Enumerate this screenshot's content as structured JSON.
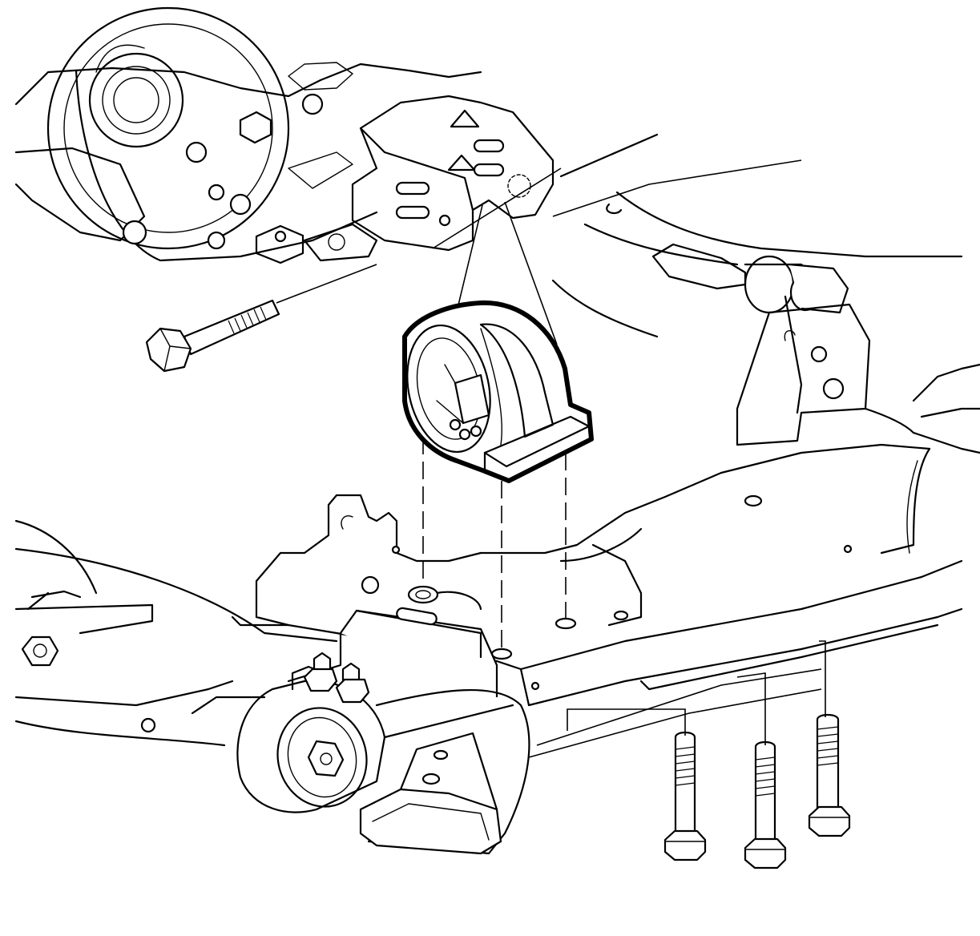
{
  "figure": {
    "subject": "",
    "parts": [
      {
        "id": "transaxle-housing",
        "icon": "transaxle-housing-icon"
      },
      {
        "id": "transaxle-bracket",
        "icon": "mount-bracket-icon"
      },
      {
        "id": "through-bolt",
        "icon": "hex-bolt-icon"
      },
      {
        "id": "transaxle-mount",
        "icon": "engine-mount-icon",
        "highlighted": true
      },
      {
        "id": "frame-crossmember",
        "icon": "frame-icon"
      },
      {
        "id": "front-mount",
        "icon": "engine-mount-icon"
      },
      {
        "id": "mount-to-frame-bolts",
        "icon": "hex-bolt-icon",
        "count": 3
      }
    ],
    "colors": {
      "line": "#000000",
      "background": "#ffffff"
    }
  }
}
